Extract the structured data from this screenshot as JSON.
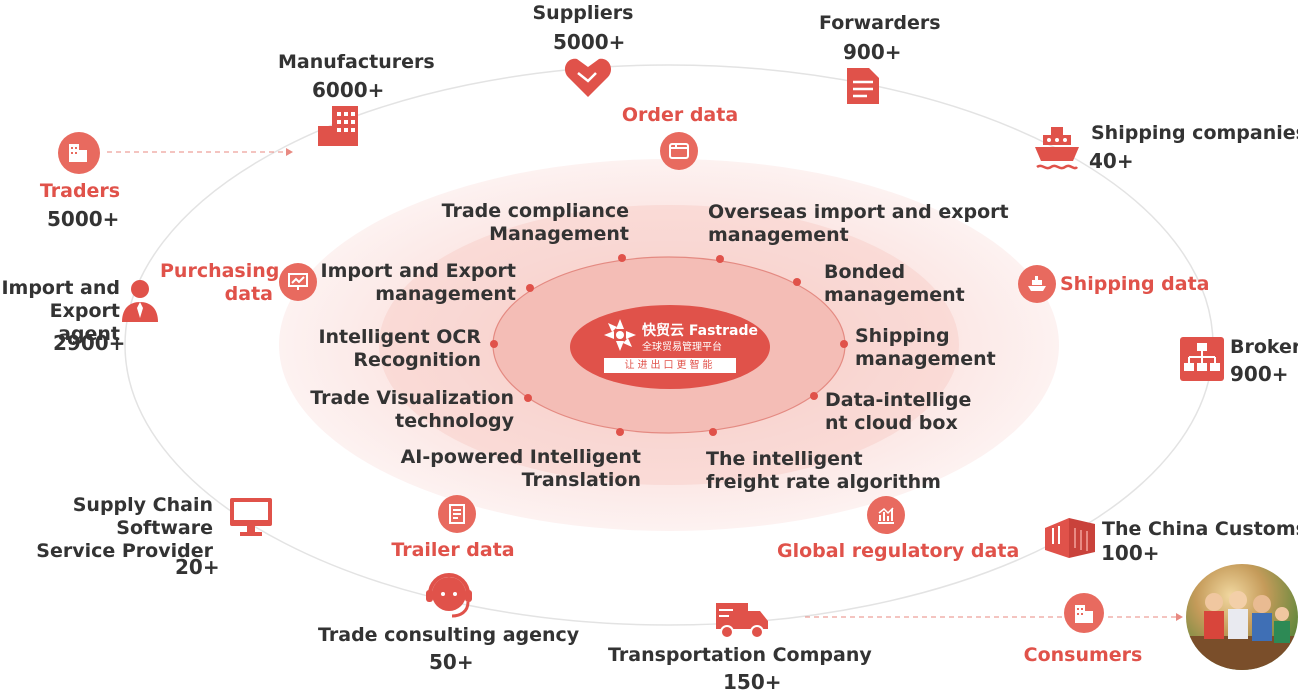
{
  "center": {
    "brand": "快贸云 Fastrade",
    "subtitle": "全球贸易管理平台",
    "slogan": "让进出口更智能"
  },
  "services": [
    "Trade compliance\nManagement",
    "Overseas import and export\nmanagement",
    "Import and Export\nmanagement",
    "Bonded\nmanagement",
    "Intelligent OCR\nRecognition",
    "Shipping\nmanagement",
    "Trade Visualization\ntechnology",
    "Data-intellige\nnt cloud box",
    "AI-powered Intelligent\nTranslation",
    "The intelligent\nfreight rate algorithm"
  ],
  "data_flows": {
    "order": "Order data",
    "purchasing": "Purchasing\ndata",
    "shipping": "Shipping data",
    "trailer": "Trailer data",
    "regulatory": "Global regulatory data"
  },
  "participants": {
    "suppliers": {
      "name": "Suppliers",
      "count": "5000+"
    },
    "forwarders": {
      "name": "Forwarders",
      "count": "900+"
    },
    "manufacturers": {
      "name": "Manufacturers",
      "count": "6000+"
    },
    "shipping_companies": {
      "name": "Shipping companies",
      "count": "40+"
    },
    "traders": {
      "name": "Traders",
      "count": "5000+"
    },
    "agent": {
      "name": "Import and\nExport agent",
      "count": "2900+"
    },
    "broker": {
      "name": "Broker",
      "count": "900+"
    },
    "software": {
      "name": "Supply Chain Software\nService Provider",
      "count": "20+"
    },
    "customs": {
      "name": "The China Customs",
      "count": "100+"
    },
    "consulting": {
      "name": "Trade consulting agency",
      "count": "50+"
    },
    "transport": {
      "name": "Transportation Company",
      "count": "150+"
    },
    "consumers": {
      "name": "Consumers"
    }
  },
  "colors": {
    "accent": "#e0524a",
    "icon_bg": "#e86a5f",
    "text": "#333333"
  }
}
